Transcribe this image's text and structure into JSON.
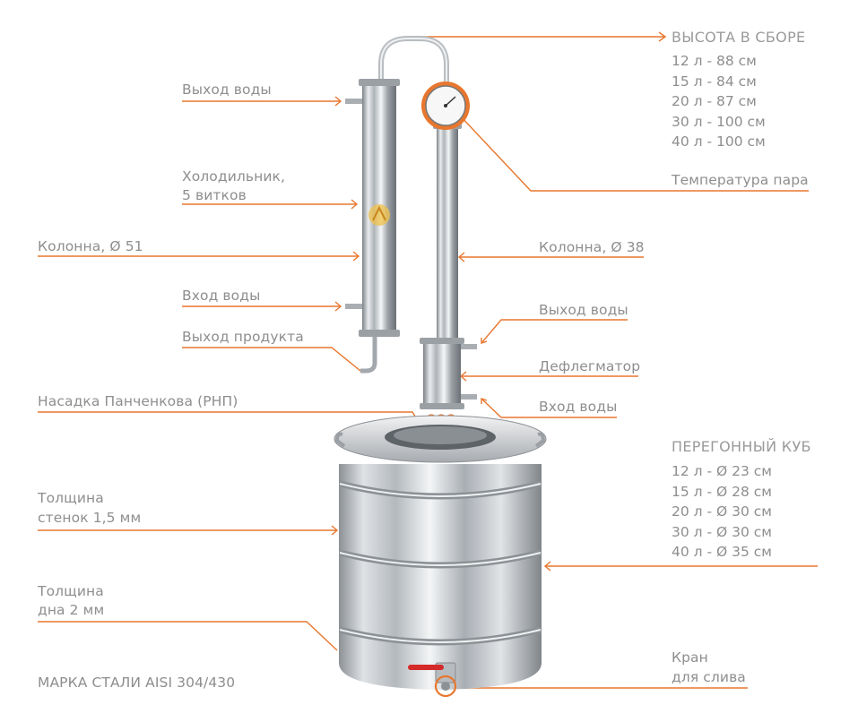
{
  "labels": {
    "vykhod_vody_top": "Выход воды",
    "kholodilnik_1": "Холодильник,",
    "kholodilnik_2": "5 витков",
    "kolonna_51": "Колонна, Ø 51",
    "vkhod_vody_left": "Вход воды",
    "vykhod_produkta": "Выход продукта",
    "nasadka": "Насадка Панченкова (РНП)",
    "tolshchina_stenok_1": "Толщина",
    "tolshchina_stenok_2": "стенок 1,5 мм",
    "tolshchina_dna_1": "Толщина",
    "tolshchina_dna_2": "дна 2 мм",
    "marka_stali": "МАРКА СТАЛИ AISI 304/430",
    "temperatura_para": "Температура пара",
    "kolonna_38": "Колонна, Ø 38",
    "vykhod_vody_right": "Выход воды",
    "deflegmator": "Дефлегматор",
    "vkhod_vody_right": "Вход воды",
    "kran_1": "Кран",
    "kran_2": "для слива"
  },
  "height_spec": {
    "title": "ВЫСОТА В СБОРЕ",
    "items": [
      "12 л - 88 см",
      "15 л - 84 см",
      "20 л - 87 см",
      "30 л - 100 см",
      "40 л - 100 см"
    ]
  },
  "cube_spec": {
    "title": "ПЕРЕГОННЫЙ КУБ",
    "items": [
      "12 л - Ø 23 см",
      "15 л - Ø 28 см",
      "20 л - Ø 30 см",
      "30 л - Ø 30 см",
      "40 л - Ø 35 см"
    ]
  },
  "colors": {
    "accent": "#e8772e",
    "text": "#8e8e8e",
    "steel": "#c8ccd0",
    "valve": "#d42a2a"
  }
}
